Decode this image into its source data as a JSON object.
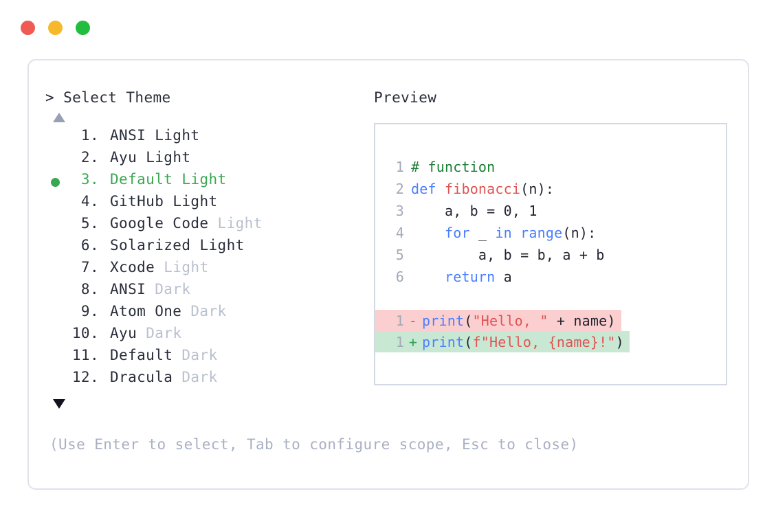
{
  "window": {
    "traffic_lights": [
      {
        "name": "close",
        "color": "#f05a52"
      },
      {
        "name": "minimize",
        "color": "#f6b92c"
      },
      {
        "name": "maximize",
        "color": "#22bd3f"
      }
    ]
  },
  "left_panel": {
    "prompt": "> Select Theme",
    "scroll_up_icon": "triangle-up-icon",
    "scroll_down_icon": "triangle-down-icon",
    "selected_index": 3,
    "selected_bullet_color": "#3aa852",
    "items": [
      {
        "index": "1.",
        "name": "ANSI",
        "variant": "Light",
        "variant_muted": false,
        "selected": false
      },
      {
        "index": "2.",
        "name": "Ayu",
        "variant": "Light",
        "variant_muted": false,
        "selected": false
      },
      {
        "index": "3.",
        "name": "Default",
        "variant": "Light",
        "variant_muted": false,
        "selected": true
      },
      {
        "index": "4.",
        "name": "GitHub",
        "variant": "Light",
        "variant_muted": false,
        "selected": false
      },
      {
        "index": "5.",
        "name": "Google Code",
        "variant": "Light",
        "variant_muted": true,
        "selected": false
      },
      {
        "index": "6.",
        "name": "Solarized",
        "variant": "Light",
        "variant_muted": false,
        "selected": false
      },
      {
        "index": "7.",
        "name": "Xcode",
        "variant": "Light",
        "variant_muted": true,
        "selected": false
      },
      {
        "index": "8.",
        "name": "ANSI",
        "variant": "Dark",
        "variant_muted": true,
        "selected": false
      },
      {
        "index": "9.",
        "name": "Atom One",
        "variant": "Dark",
        "variant_muted": true,
        "selected": false
      },
      {
        "index": "10.",
        "name": "Ayu",
        "variant": "Dark",
        "variant_muted": true,
        "selected": false
      },
      {
        "index": "11.",
        "name": "Default",
        "variant": "Dark",
        "variant_muted": true,
        "selected": false
      },
      {
        "index": "12.",
        "name": "Dracula",
        "variant": "Dark",
        "variant_muted": true,
        "selected": false
      }
    ]
  },
  "preview": {
    "label": "Preview",
    "code_lines": [
      {
        "n": "1",
        "tokens": [
          {
            "t": "# function",
            "c": "comment"
          }
        ]
      },
      {
        "n": "2",
        "tokens": [
          {
            "t": "def ",
            "c": "keyword"
          },
          {
            "t": "fibonacci",
            "c": "func"
          },
          {
            "t": "(n):",
            "c": "plain"
          }
        ]
      },
      {
        "n": "3",
        "tokens": [
          {
            "t": "    a, b = 0, 1",
            "c": "plain"
          }
        ]
      },
      {
        "n": "4",
        "tokens": [
          {
            "t": "    ",
            "c": "plain"
          },
          {
            "t": "for",
            "c": "keyword"
          },
          {
            "t": " _ ",
            "c": "plain"
          },
          {
            "t": "in",
            "c": "keyword"
          },
          {
            "t": " ",
            "c": "plain"
          },
          {
            "t": "range",
            "c": "builtin"
          },
          {
            "t": "(n):",
            "c": "plain"
          }
        ]
      },
      {
        "n": "5",
        "tokens": [
          {
            "t": "        a, b = b, a + b",
            "c": "plain"
          }
        ]
      },
      {
        "n": "6",
        "tokens": [
          {
            "t": "    ",
            "c": "plain"
          },
          {
            "t": "return",
            "c": "keyword"
          },
          {
            "t": " a",
            "c": "plain"
          }
        ]
      }
    ],
    "diff_lines": [
      {
        "n": "1",
        "sign": "-",
        "kind": "del",
        "bg": "#fbcfcf",
        "tokens": [
          {
            "t": "print",
            "c": "builtin"
          },
          {
            "t": "(",
            "c": "plain"
          },
          {
            "t": "\"Hello, \"",
            "c": "string"
          },
          {
            "t": " + name)",
            "c": "plain"
          }
        ]
      },
      {
        "n": "1",
        "sign": "+",
        "kind": "add",
        "bg": "#c9e8d4",
        "tokens": [
          {
            "t": "print",
            "c": "builtin"
          },
          {
            "t": "(",
            "c": "plain"
          },
          {
            "t": "f\"Hello, {name}!\"",
            "c": "string"
          },
          {
            "t": ")",
            "c": "plain"
          }
        ]
      }
    ]
  },
  "footer": {
    "hint": "(Use Enter to select, Tab to configure scope, Esc to close)"
  }
}
